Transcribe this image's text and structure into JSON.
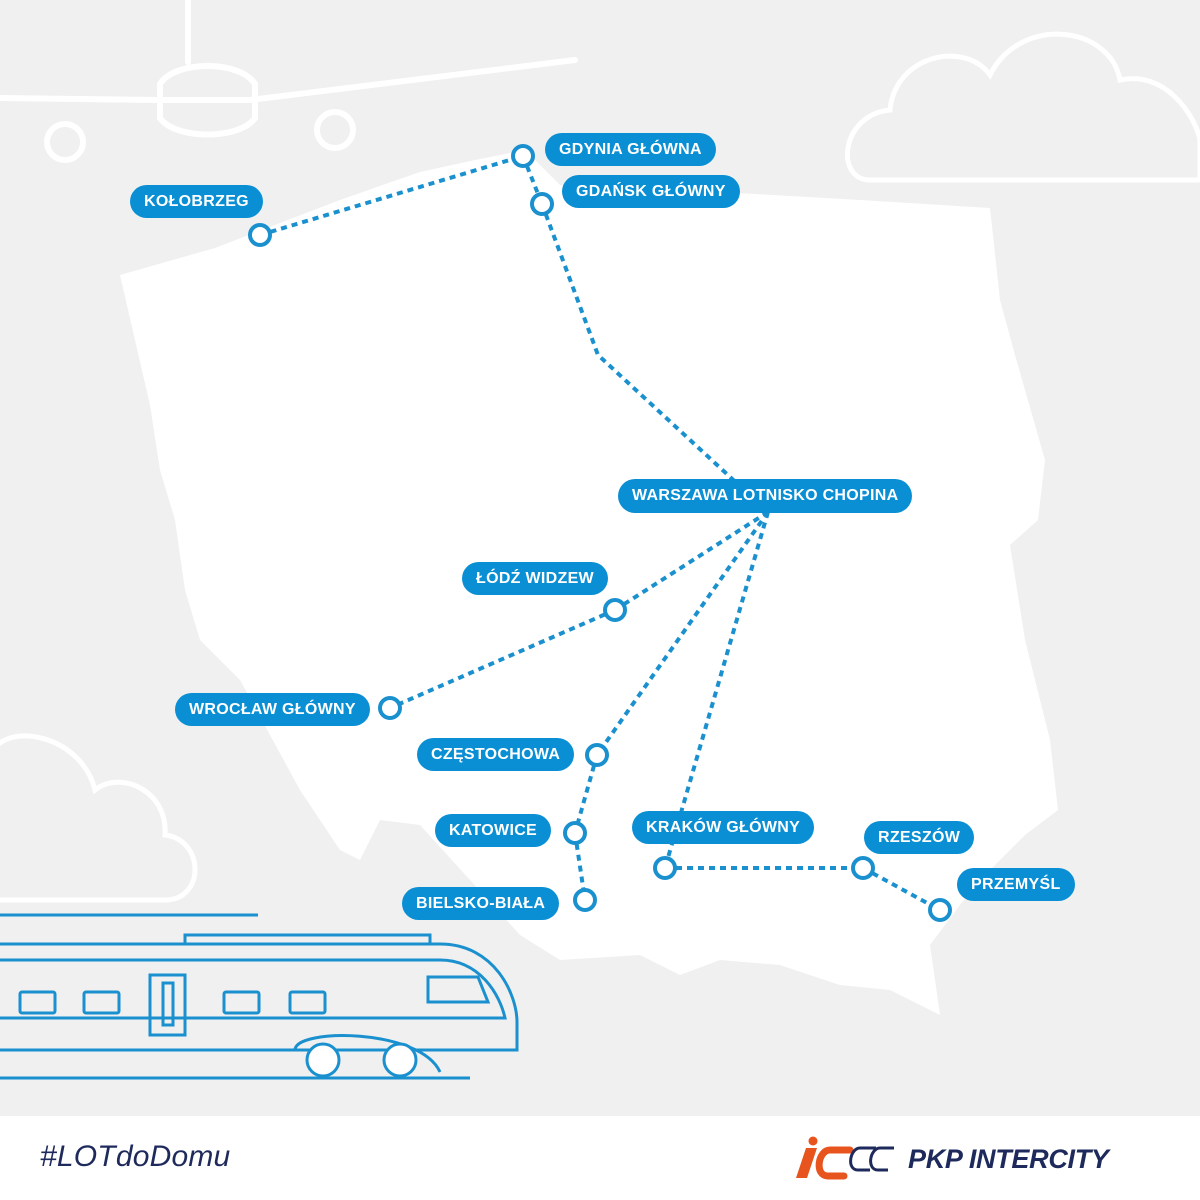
{
  "colors": {
    "background": "#f0f0f0",
    "land": "#ffffff",
    "accent": "#0a8fd4",
    "line": "#1a90cf",
    "footer_text": "#1f2a5c",
    "logo_orange": "#e8541d"
  },
  "map": {
    "stations": [
      {
        "id": "kolobrzeg",
        "name": "KOŁOBRZEG"
      },
      {
        "id": "gdynia",
        "name": "GDYNIA GŁÓWNA"
      },
      {
        "id": "gdansk",
        "name": "GDAŃSK GŁÓWNY"
      },
      {
        "id": "warszawa",
        "name": "WARSZAWA LOTNISKO CHOPINA"
      },
      {
        "id": "lodz",
        "name": "ŁÓDŹ WIDZEW"
      },
      {
        "id": "wroclaw",
        "name": "WROCŁAW GŁÓWNY"
      },
      {
        "id": "czestochowa",
        "name": "CZĘSTOCHOWA"
      },
      {
        "id": "katowice",
        "name": "KATOWICE"
      },
      {
        "id": "bielsko",
        "name": "BIELSKO-BIAŁA"
      },
      {
        "id": "krakow",
        "name": "KRAKÓW GŁÓWNY"
      },
      {
        "id": "rzeszow",
        "name": "RZESZÓW"
      },
      {
        "id": "przemysl",
        "name": "PRZEMYŚL"
      }
    ],
    "routes": [
      [
        "kolobrzeg",
        "gdynia",
        "gdansk",
        "warszawa"
      ],
      [
        "warszawa",
        "lodz",
        "wroclaw"
      ],
      [
        "warszawa",
        "czestochowa",
        "katowice",
        "bielsko"
      ],
      [
        "warszawa",
        "krakow",
        "rzeszow",
        "przemysl"
      ]
    ]
  },
  "footer": {
    "hashtag": "#LOTdoDomu",
    "brand_name": "PKP INTERCITY",
    "logo_icon": "ic-logo-icon"
  }
}
